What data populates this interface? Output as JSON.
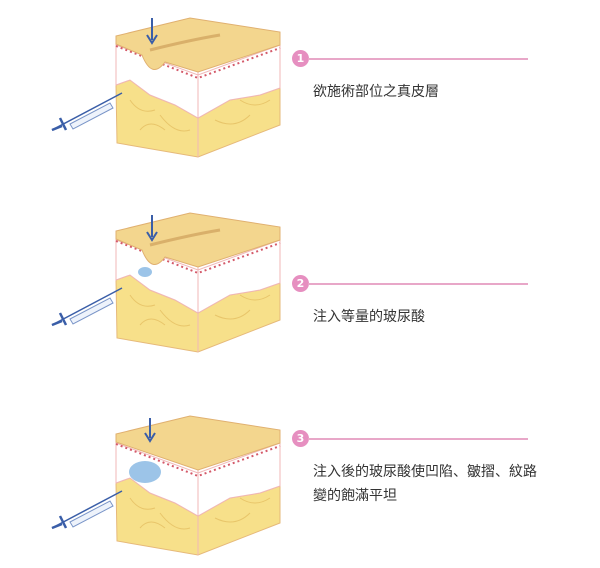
{
  "steps": [
    {
      "number": "1",
      "caption": "欲施術部位之真皮層"
    },
    {
      "number": "2",
      "caption": "注入等量的玻尿酸"
    },
    {
      "number": "3",
      "caption": "注入後的玻尿酸使凹陷、皺摺、紋路變的飽滿平坦"
    }
  ],
  "colors": {
    "accent": "#e68fc0",
    "skin": "#f3d68e",
    "fat": "#f7e08a",
    "arrow": "#3a5ea8",
    "filler": "#9cc4e8"
  }
}
